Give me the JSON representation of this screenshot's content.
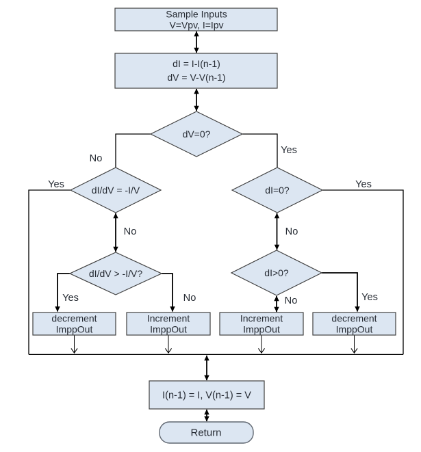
{
  "diagram": {
    "type": "flowchart",
    "colors": {
      "shape_fill": "#dce6f2",
      "shape_stroke": "#3f3f3f",
      "line_color": "#000000",
      "text_color": "#262b33"
    },
    "nodes": {
      "sample_inputs": {
        "line1": "Sample Inputs",
        "line2": "V=Vpv, I=Ipv"
      },
      "delta": {
        "line1": "dI = I-I(n-1)",
        "line2": "dV = V-V(n-1)"
      },
      "dv_zero": {
        "label": "dV=0?"
      },
      "didv_eq": {
        "label": "dI/dV = -I/V"
      },
      "di_zero": {
        "label": "dI=0?"
      },
      "didv_gt": {
        "label": "dI/dV > -I/V?"
      },
      "di_gt": {
        "label": "dI>0?"
      },
      "decrement_left": {
        "line1": "decrement",
        "line2": "ImppOut"
      },
      "increment_left": {
        "line1": "Increment",
        "line2": "ImppOut"
      },
      "increment_right": {
        "line1": "Increment",
        "line2": "ImppOut"
      },
      "decrement_right": {
        "line1": "decrement",
        "line2": "ImppOut"
      },
      "update": {
        "label": "I(n-1) = I, V(n-1) = V"
      },
      "return": {
        "label": "Return"
      }
    },
    "edge_labels": {
      "dv_no": "No",
      "dv_yes": "Yes",
      "didv_eq_yes": "Yes",
      "didv_eq_no": "No",
      "di_zero_yes": "Yes",
      "di_zero_no": "No",
      "didv_gt_yes": "Yes",
      "didv_gt_no": "No",
      "di_gt_no": "No",
      "di_gt_yes": "Yes"
    }
  }
}
